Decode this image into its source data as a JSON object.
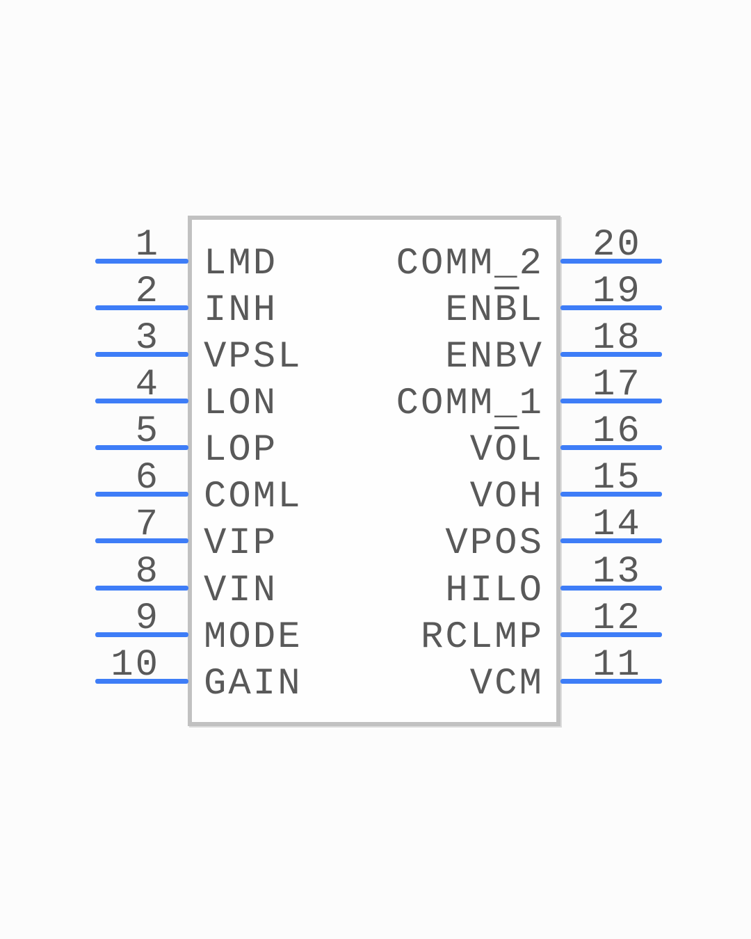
{
  "colors": {
    "pin_line": "#3e7df7",
    "body_border": "#c1c1c1",
    "body_fill": "#fefefe",
    "page_background": "#fcfcfc",
    "text": "#595959"
  },
  "component": {
    "left_pins": [
      {
        "number": "1",
        "label_pre": "LMD",
        "label_over": "",
        "label_post": ""
      },
      {
        "number": "2",
        "label_pre": "INH",
        "label_over": "",
        "label_post": ""
      },
      {
        "number": "3",
        "label_pre": "VPSL",
        "label_over": "",
        "label_post": ""
      },
      {
        "number": "4",
        "label_pre": "LON",
        "label_over": "",
        "label_post": ""
      },
      {
        "number": "5",
        "label_pre": "LOP",
        "label_over": "",
        "label_post": ""
      },
      {
        "number": "6",
        "label_pre": "COML",
        "label_over": "",
        "label_post": ""
      },
      {
        "number": "7",
        "label_pre": "VIP",
        "label_over": "",
        "label_post": ""
      },
      {
        "number": "8",
        "label_pre": "VIN",
        "label_over": "",
        "label_post": ""
      },
      {
        "number": "9",
        "label_pre": "MODE",
        "label_over": "",
        "label_post": ""
      },
      {
        "number": "10",
        "label_pre": "GAIN",
        "label_over": "",
        "label_post": ""
      }
    ],
    "right_pins": [
      {
        "number": "20",
        "label_pre": "COMM_2",
        "label_over": "",
        "label_post": ""
      },
      {
        "number": "19",
        "label_pre": "EN",
        "label_over": "B",
        "label_post": "L"
      },
      {
        "number": "18",
        "label_pre": "ENBV",
        "label_over": "",
        "label_post": ""
      },
      {
        "number": "17",
        "label_pre": "COMM_1",
        "label_over": "",
        "label_post": ""
      },
      {
        "number": "16",
        "label_pre": "V",
        "label_over": "O",
        "label_post": "L"
      },
      {
        "number": "15",
        "label_pre": "VOH",
        "label_over": "",
        "label_post": ""
      },
      {
        "number": "14",
        "label_pre": "VPOS",
        "label_over": "",
        "label_post": ""
      },
      {
        "number": "13",
        "label_pre": "HILO",
        "label_over": "",
        "label_post": ""
      },
      {
        "number": "12",
        "label_pre": "RCLMP",
        "label_over": "",
        "label_post": ""
      },
      {
        "number": "11",
        "label_pre": "VCM",
        "label_over": "",
        "label_post": ""
      }
    ]
  }
}
